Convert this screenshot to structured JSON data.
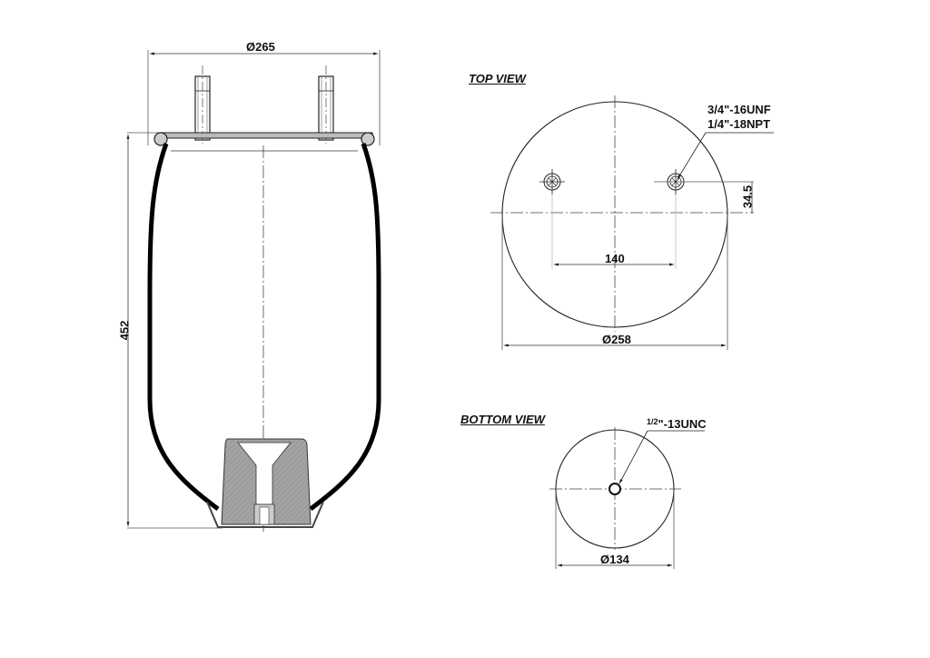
{
  "side_view": {
    "diameter_label": "Ø265",
    "height_label": "452"
  },
  "top_view": {
    "title": "TOP VIEW",
    "thread_label_1": "3/4\"-16UNF",
    "thread_label_2": "1/4\"-18NPT",
    "offset_label": "34.5",
    "spacing_label": "140",
    "diameter_label": "Ø258"
  },
  "bottom_view": {
    "title": "BOTTOM VIEW",
    "thread_fraction": "1/2",
    "thread_label": "\"-13UNC",
    "diameter_label": "Ø134"
  },
  "colors": {
    "line": "#111111",
    "dim_line": "#333333",
    "hatch_fill": "#9a9a9a",
    "bellow": "#000000"
  }
}
